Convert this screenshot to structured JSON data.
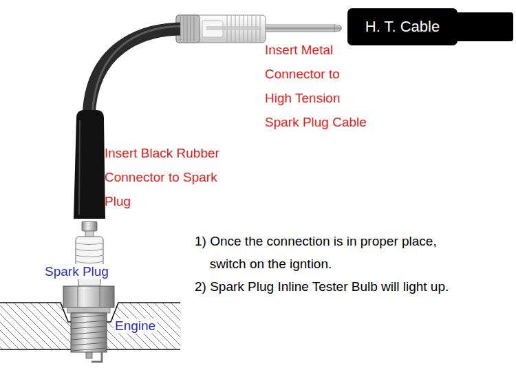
{
  "diagram": {
    "nodes": [
      {
        "text": [
          "H. T. Cable"
        ]
      }
    ],
    "labels": [
      "Insert Metal Connector to High Tension Spark Plug Cable",
      "Insert Black Rubber Connector to Spark Plug",
      "Spark Plug",
      "Engine",
      "1) Once the connection is in proper place, switch on the igntion.",
      "2) Spark Plug Inline Tester Bulb will light up."
    ]
  }
}
